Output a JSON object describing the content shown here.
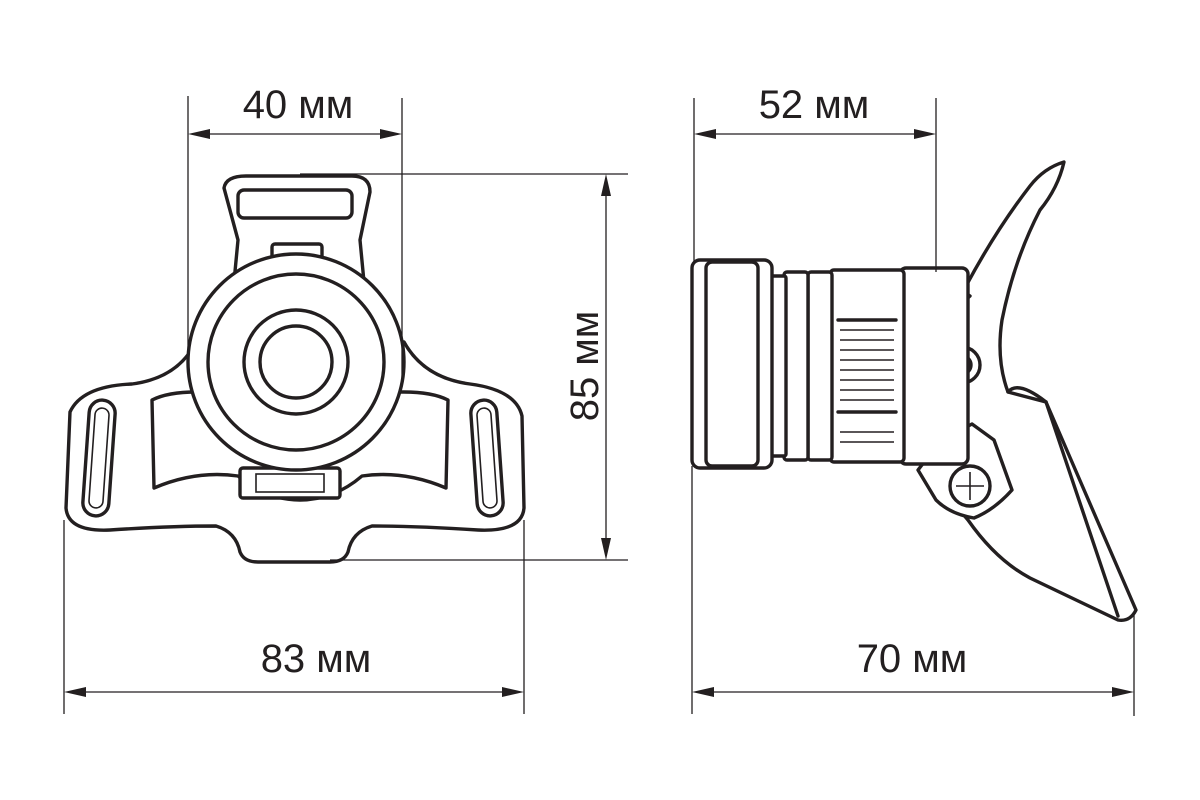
{
  "dimensions": {
    "front_width_top": "40 мм",
    "front_height": "85 мм",
    "front_width_bottom": "83 мм",
    "side_width_top": "52 мм",
    "side_width_bottom": "70 мм"
  },
  "colors": {
    "line": "#231f20",
    "background": "#ffffff"
  }
}
